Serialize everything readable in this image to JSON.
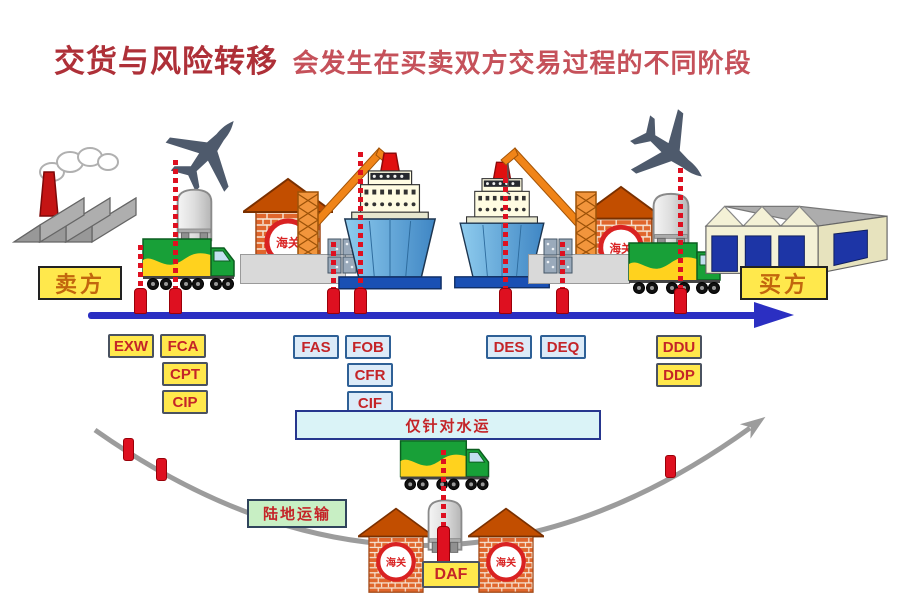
{
  "title": {
    "emphasis": "交货与风险转移",
    "rest": "会发生在买卖双方交易过程的不同阶段"
  },
  "actors": {
    "seller": "卖方",
    "buyer": "买方"
  },
  "signs": {
    "customs": "海关"
  },
  "terms": {
    "exw": "EXW",
    "fca": "FCA",
    "cpt": "CPT",
    "cip": "CIP",
    "fas": "FAS",
    "fob": "FOB",
    "cfr": "CFR",
    "cif": "CIF",
    "des": "DES",
    "deq": "DEQ",
    "ddu": "DDU",
    "ddp": "DDP",
    "daf": "DAF"
  },
  "notes": {
    "water_only": "仅针对水运",
    "land_transport": "陆地运输"
  },
  "colors": {
    "title_main": "#AE3038",
    "title_sub": "#C5515A",
    "term_text": "#C42428",
    "yellow_term_fill": "#FFE84C",
    "blue_term_fill": "#DCEBF8",
    "blue_term_border": "#2E6096",
    "timeline_blue": "#2B2FC2",
    "risk_marker_red": "#DE1020",
    "land_curve_gray": "#9C9C9C",
    "water_note_fill": "#DAF3F7",
    "land_note_fill": "#C8EFC4",
    "customs_sign_red": "#D92222",
    "crane_orange": "#F08418",
    "brick_orange": "#E0662C",
    "ship_hull_blue": "#5FAAD8",
    "truck_green": "#18A038",
    "truck_yellow": "#FFD21E"
  }
}
